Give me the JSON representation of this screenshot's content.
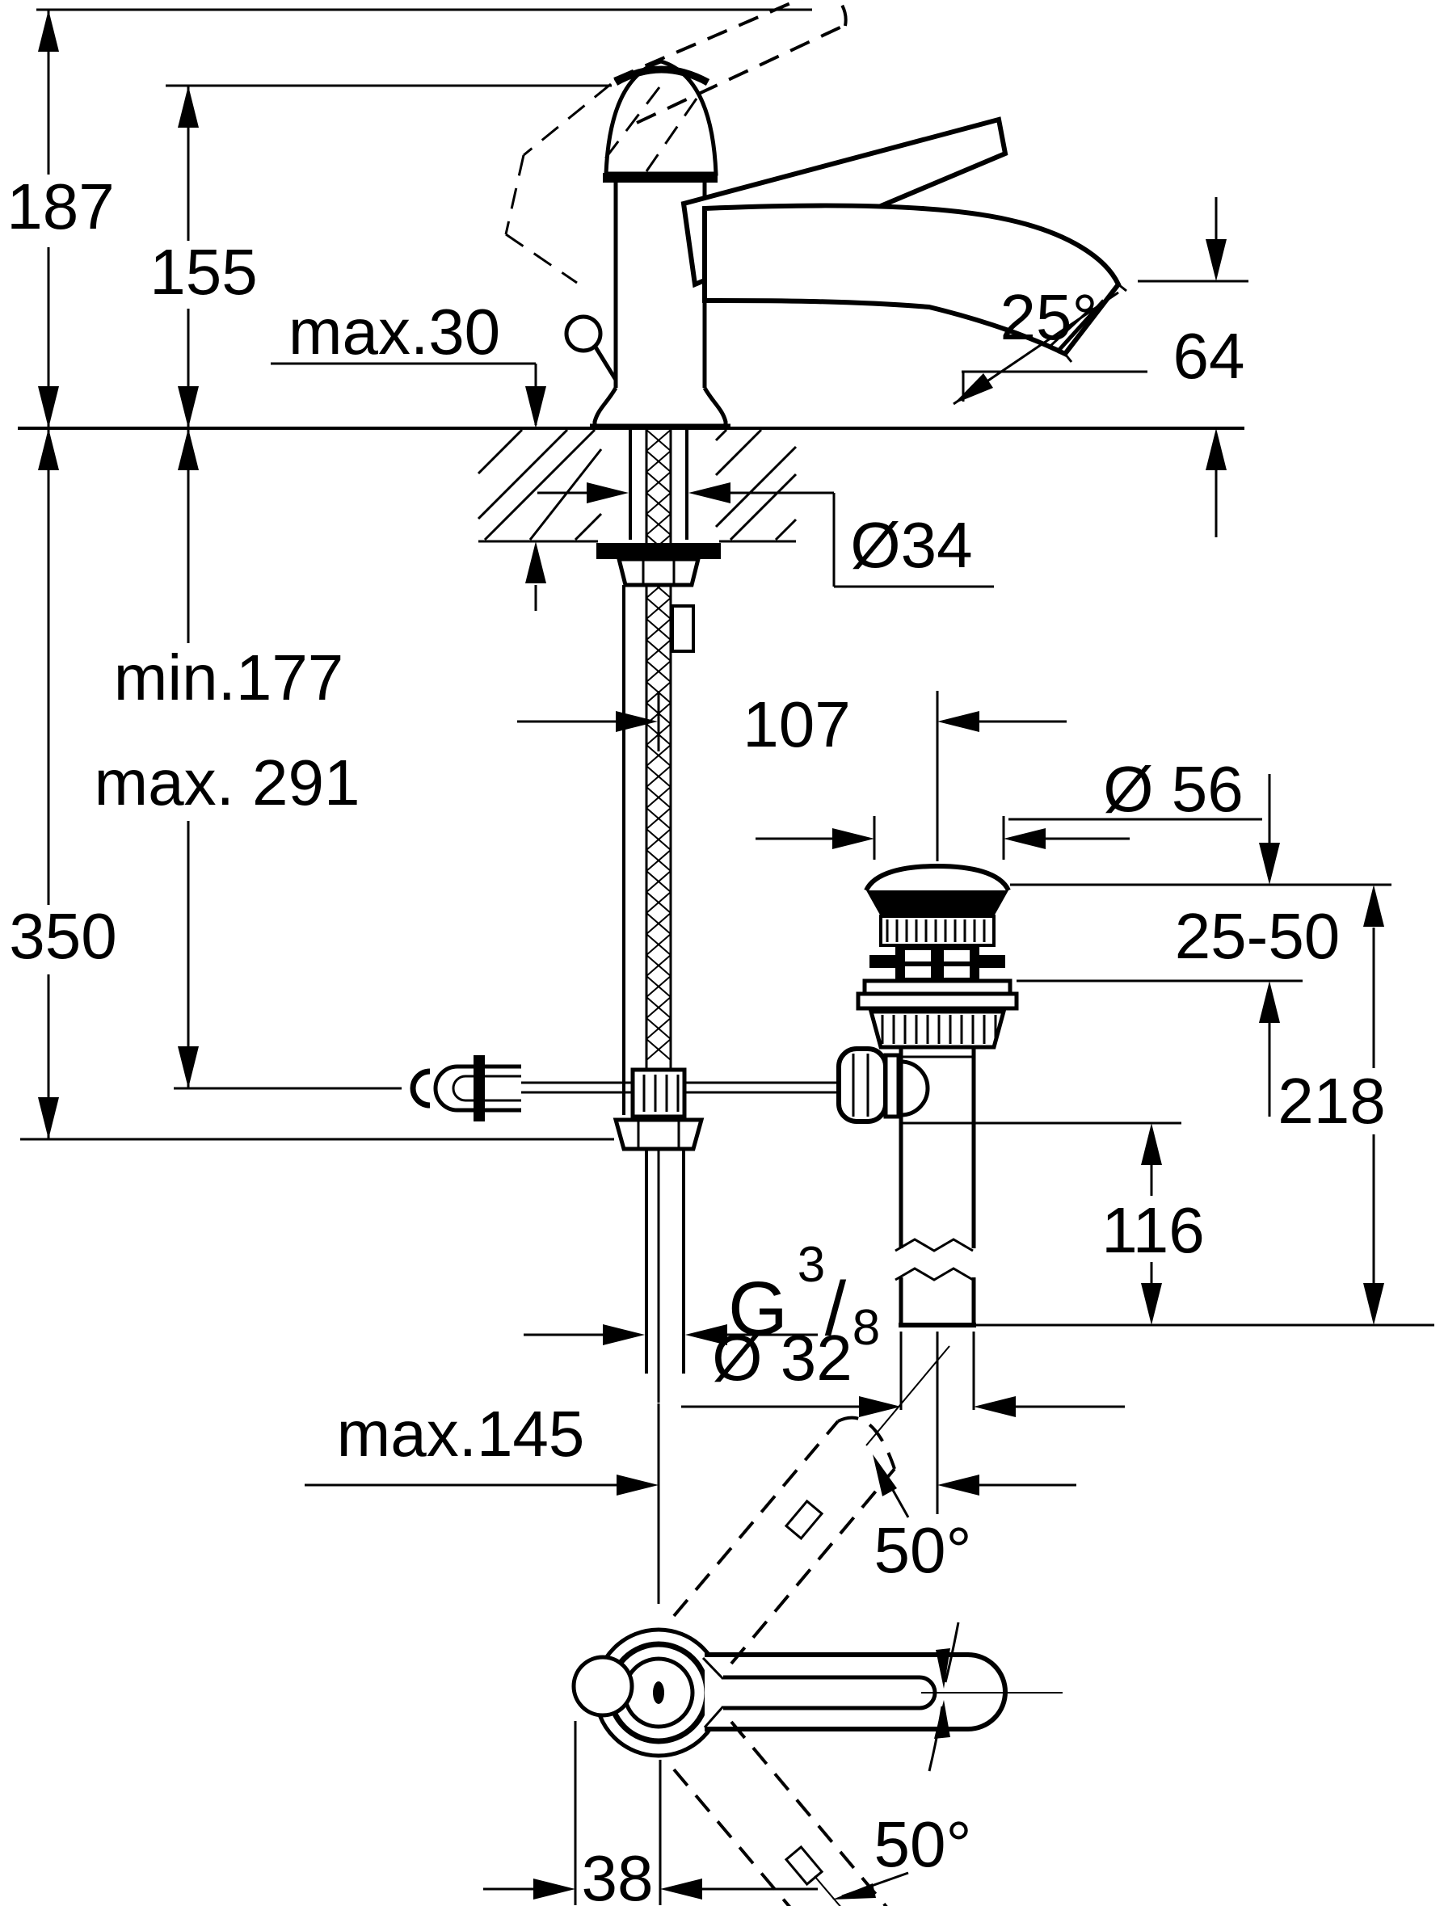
{
  "drawing": {
    "type": "technical installation drawing - single-lever basin mixer with pop-up waste",
    "line_color": "#000000",
    "background_color": "#ffffff"
  },
  "labels": {
    "overall_height": "187",
    "cap_height": "155",
    "deck_thickness_max": "max.30",
    "spout_angle": "25°",
    "outlet_height": "64",
    "hole_diameter": "Ø34",
    "hose_min": "min.177",
    "hose_max": "max. 291",
    "rod_length": "350",
    "center_to_drain": "107",
    "flange_diameter": "Ø 56",
    "clamp_range": "25-50",
    "drain_height": "218",
    "tailpipe_length": "116",
    "thread_g": "G",
    "thread_num": "3",
    "thread_slash": "/",
    "thread_den": "8",
    "reach_max": "max.145",
    "waste_diameter": "Ø 32",
    "swivel_upper": "50°",
    "swivel_lower": "50°",
    "knob_offset": "38"
  }
}
